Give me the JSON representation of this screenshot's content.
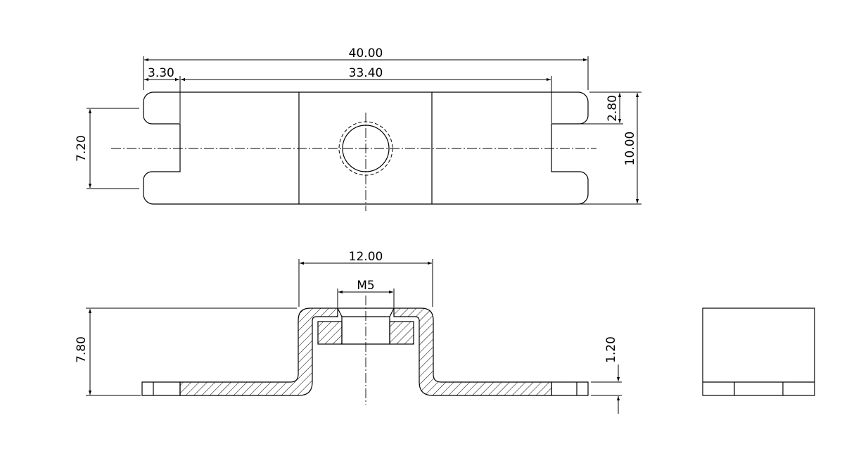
{
  "dimensions": {
    "overall_length": "40.00",
    "inner_length": "33.40",
    "end_offset": "3.30",
    "slot_height": "7.20",
    "ear_height": "2.80",
    "overall_width": "10.00",
    "boss_width": "12.00",
    "thread_size": "M5",
    "overall_height": "7.80",
    "sheet_thickness": "1.20"
  }
}
